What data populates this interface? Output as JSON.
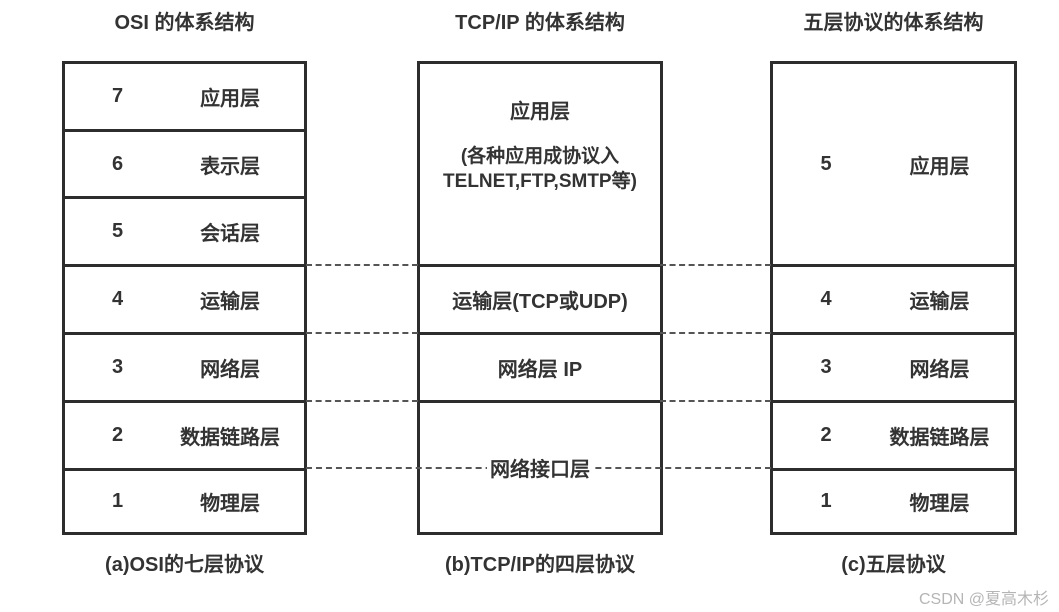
{
  "columns": {
    "osi": {
      "title": "OSI 的体系结构",
      "caption": "(a)OSI的七层协议",
      "layers": [
        {
          "num": "7",
          "label": "应用层"
        },
        {
          "num": "6",
          "label": "表示层"
        },
        {
          "num": "5",
          "label": "会话层"
        },
        {
          "num": "4",
          "label": "运输层"
        },
        {
          "num": "3",
          "label": "网络层"
        },
        {
          "num": "2",
          "label": "数据链路层"
        },
        {
          "num": "1",
          "label": "物理层"
        }
      ]
    },
    "tcpip": {
      "title": "TCP/IP 的体系结构",
      "caption": "(b)TCP/IP的四层协议",
      "layers": [
        {
          "title": "应用层",
          "sub1": "(各种应用成协议入",
          "sub2": "TELNET,FTP,SMTP等)"
        },
        {
          "title": "运输层(TCP或UDP)"
        },
        {
          "title": "网络层 IP"
        },
        {
          "title": "网络接口层"
        }
      ]
    },
    "five": {
      "title": "五层协议的体系结构",
      "caption": "(c)五层协议",
      "layers": [
        {
          "num": "5",
          "label": "应用层"
        },
        {
          "num": "4",
          "label": "运输层"
        },
        {
          "num": "3",
          "label": "网络层"
        },
        {
          "num": "2",
          "label": "数据链路层"
        },
        {
          "num": "1",
          "label": "物理层"
        }
      ]
    }
  },
  "watermark": "CSDN @夏高木杉",
  "colors": {
    "border": "#2d2d2d",
    "text": "#333333",
    "dash": "#555555",
    "watermark": "#b5b5b5",
    "background": "#ffffff"
  }
}
